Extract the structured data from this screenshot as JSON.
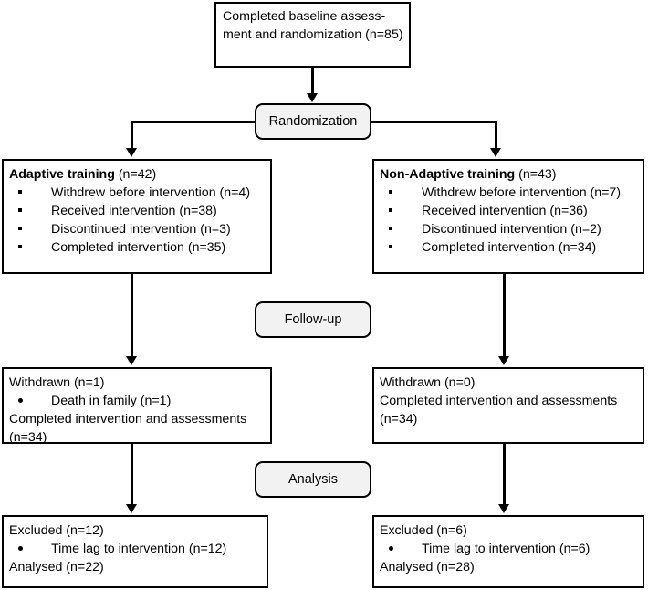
{
  "diagram": {
    "title": "CONSORT participant flow diagram",
    "stage_labels": {
      "randomization": "Randomization",
      "followup": "Follow-up",
      "analysis": "Analysis"
    },
    "enrollment": {
      "line1": "Completed baseline assess-",
      "line2": "ment and randomization (n=85)"
    },
    "arms": [
      {
        "id": "adaptive",
        "head_bold": "Adaptive training",
        "head_rest": " (n=42)",
        "bullets": [
          "Withdrew before intervention (n=4)",
          "Received intervention (n=38)",
          "Discontinued intervention (n=3)",
          "Completed intervention (n=35)"
        ],
        "bullet_glyph": "square-bullet",
        "followup": {
          "line1": "Withdrawn  (n=1)",
          "bullets": [
            "Death in family (n=1)"
          ],
          "bullet_glyph": "round-bullet",
          "line2": "Completed intervention and assessments",
          "line3": "(n=34)"
        },
        "analysis": {
          "line1": "Excluded (n=12)",
          "bullets": [
            "Time lag to intervention (n=12)"
          ],
          "bullet_glyph": "round-bullet",
          "line2": "Analysed  (n=22)"
        }
      },
      {
        "id": "non-adaptive",
        "head_bold": "Non-Adaptive training",
        "head_rest": " (n=43)",
        "bullets": [
          "Withdrew before intervention (n=7)",
          "Received intervention (n=36)",
          "Discontinued intervention (n=2)",
          "Completed intervention (n=34)"
        ],
        "bullet_glyph": "square-bullet",
        "followup": {
          "line1": "Withdrawn  (n=0)",
          "bullets": [],
          "bullet_glyph": "round-bullet",
          "line2": "Completed intervention and assessments",
          "line3": "(n=34)"
        },
        "analysis": {
          "line1": "Excluded  (n=6)",
          "bullets": [
            "Time lag to intervention (n=6)"
          ],
          "bullet_glyph": "round-bullet",
          "line2": "Analysed  (n=28)"
        }
      }
    ],
    "colors": {
      "stroke": "#000000",
      "box_fill": "#ffffff",
      "stage_fill": "#f2f2f2",
      "text": "#000000",
      "background": "#ffffff"
    }
  }
}
